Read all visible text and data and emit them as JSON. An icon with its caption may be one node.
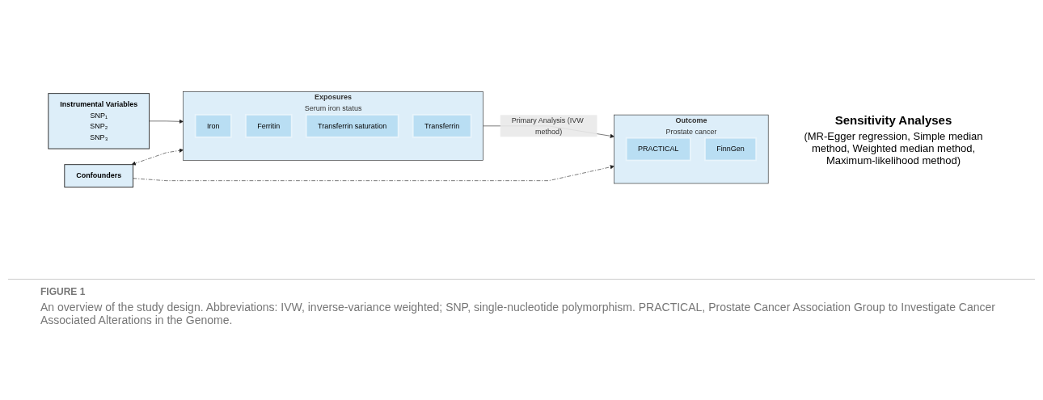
{
  "diagram": {
    "caption": "An overview of the study design. Abbreviations: IVW, inverse-variance weighted; SNP, single-nucleotide polymorphism. PRACTICAL, Prostate Cancer Association Group to Investigate Cancer Associated Alterations in the Genome.",
    "nodes": [
      {
        "text": [
          "Confounders"
        ]
      },
      {
        "text": [
          "Instrumental Variables",
          "SNP₁",
          "SNP₂",
          "SNP₃"
        ]
      },
      {
        "text": [
          "Exposures",
          "Serum iron status"
        ]
      },
      {
        "text": [
          "Iron"
        ],
        "in": 2
      },
      {
        "text": [
          "Ferritin"
        ],
        "in": 2
      },
      {
        "text": [
          "Transferrin saturation"
        ],
        "in": 2
      },
      {
        "text": [
          "Transferrin"
        ],
        "in": 2
      },
      {
        "text": [
          "Outcome",
          "Prostate cancer"
        ]
      },
      {
        "text": [
          "PRACTICAL"
        ],
        "in": 7
      },
      {
        "text": [
          "FinnGen"
        ],
        "in": 7
      }
    ],
    "edges": [
      {
        "from": 1,
        "to": 2,
        "arrow": "to"
      },
      {
        "from": 2,
        "to": 7,
        "arrow": "to",
        "label": "Primary Analysis (IVW method)"
      },
      {
        "from": 0,
        "to": 2,
        "arrow": "both",
        "style": "dashed"
      },
      {
        "from": 0,
        "to": 7,
        "arrow": "to",
        "style": "dashed"
      }
    ],
    "labels": [
      "Sensitivity Analyses",
      "(MR-Egger regression, Simple median method, Weighted median method, Maximum-likelihood method)",
      "FIGURE 1"
    ]
  }
}
